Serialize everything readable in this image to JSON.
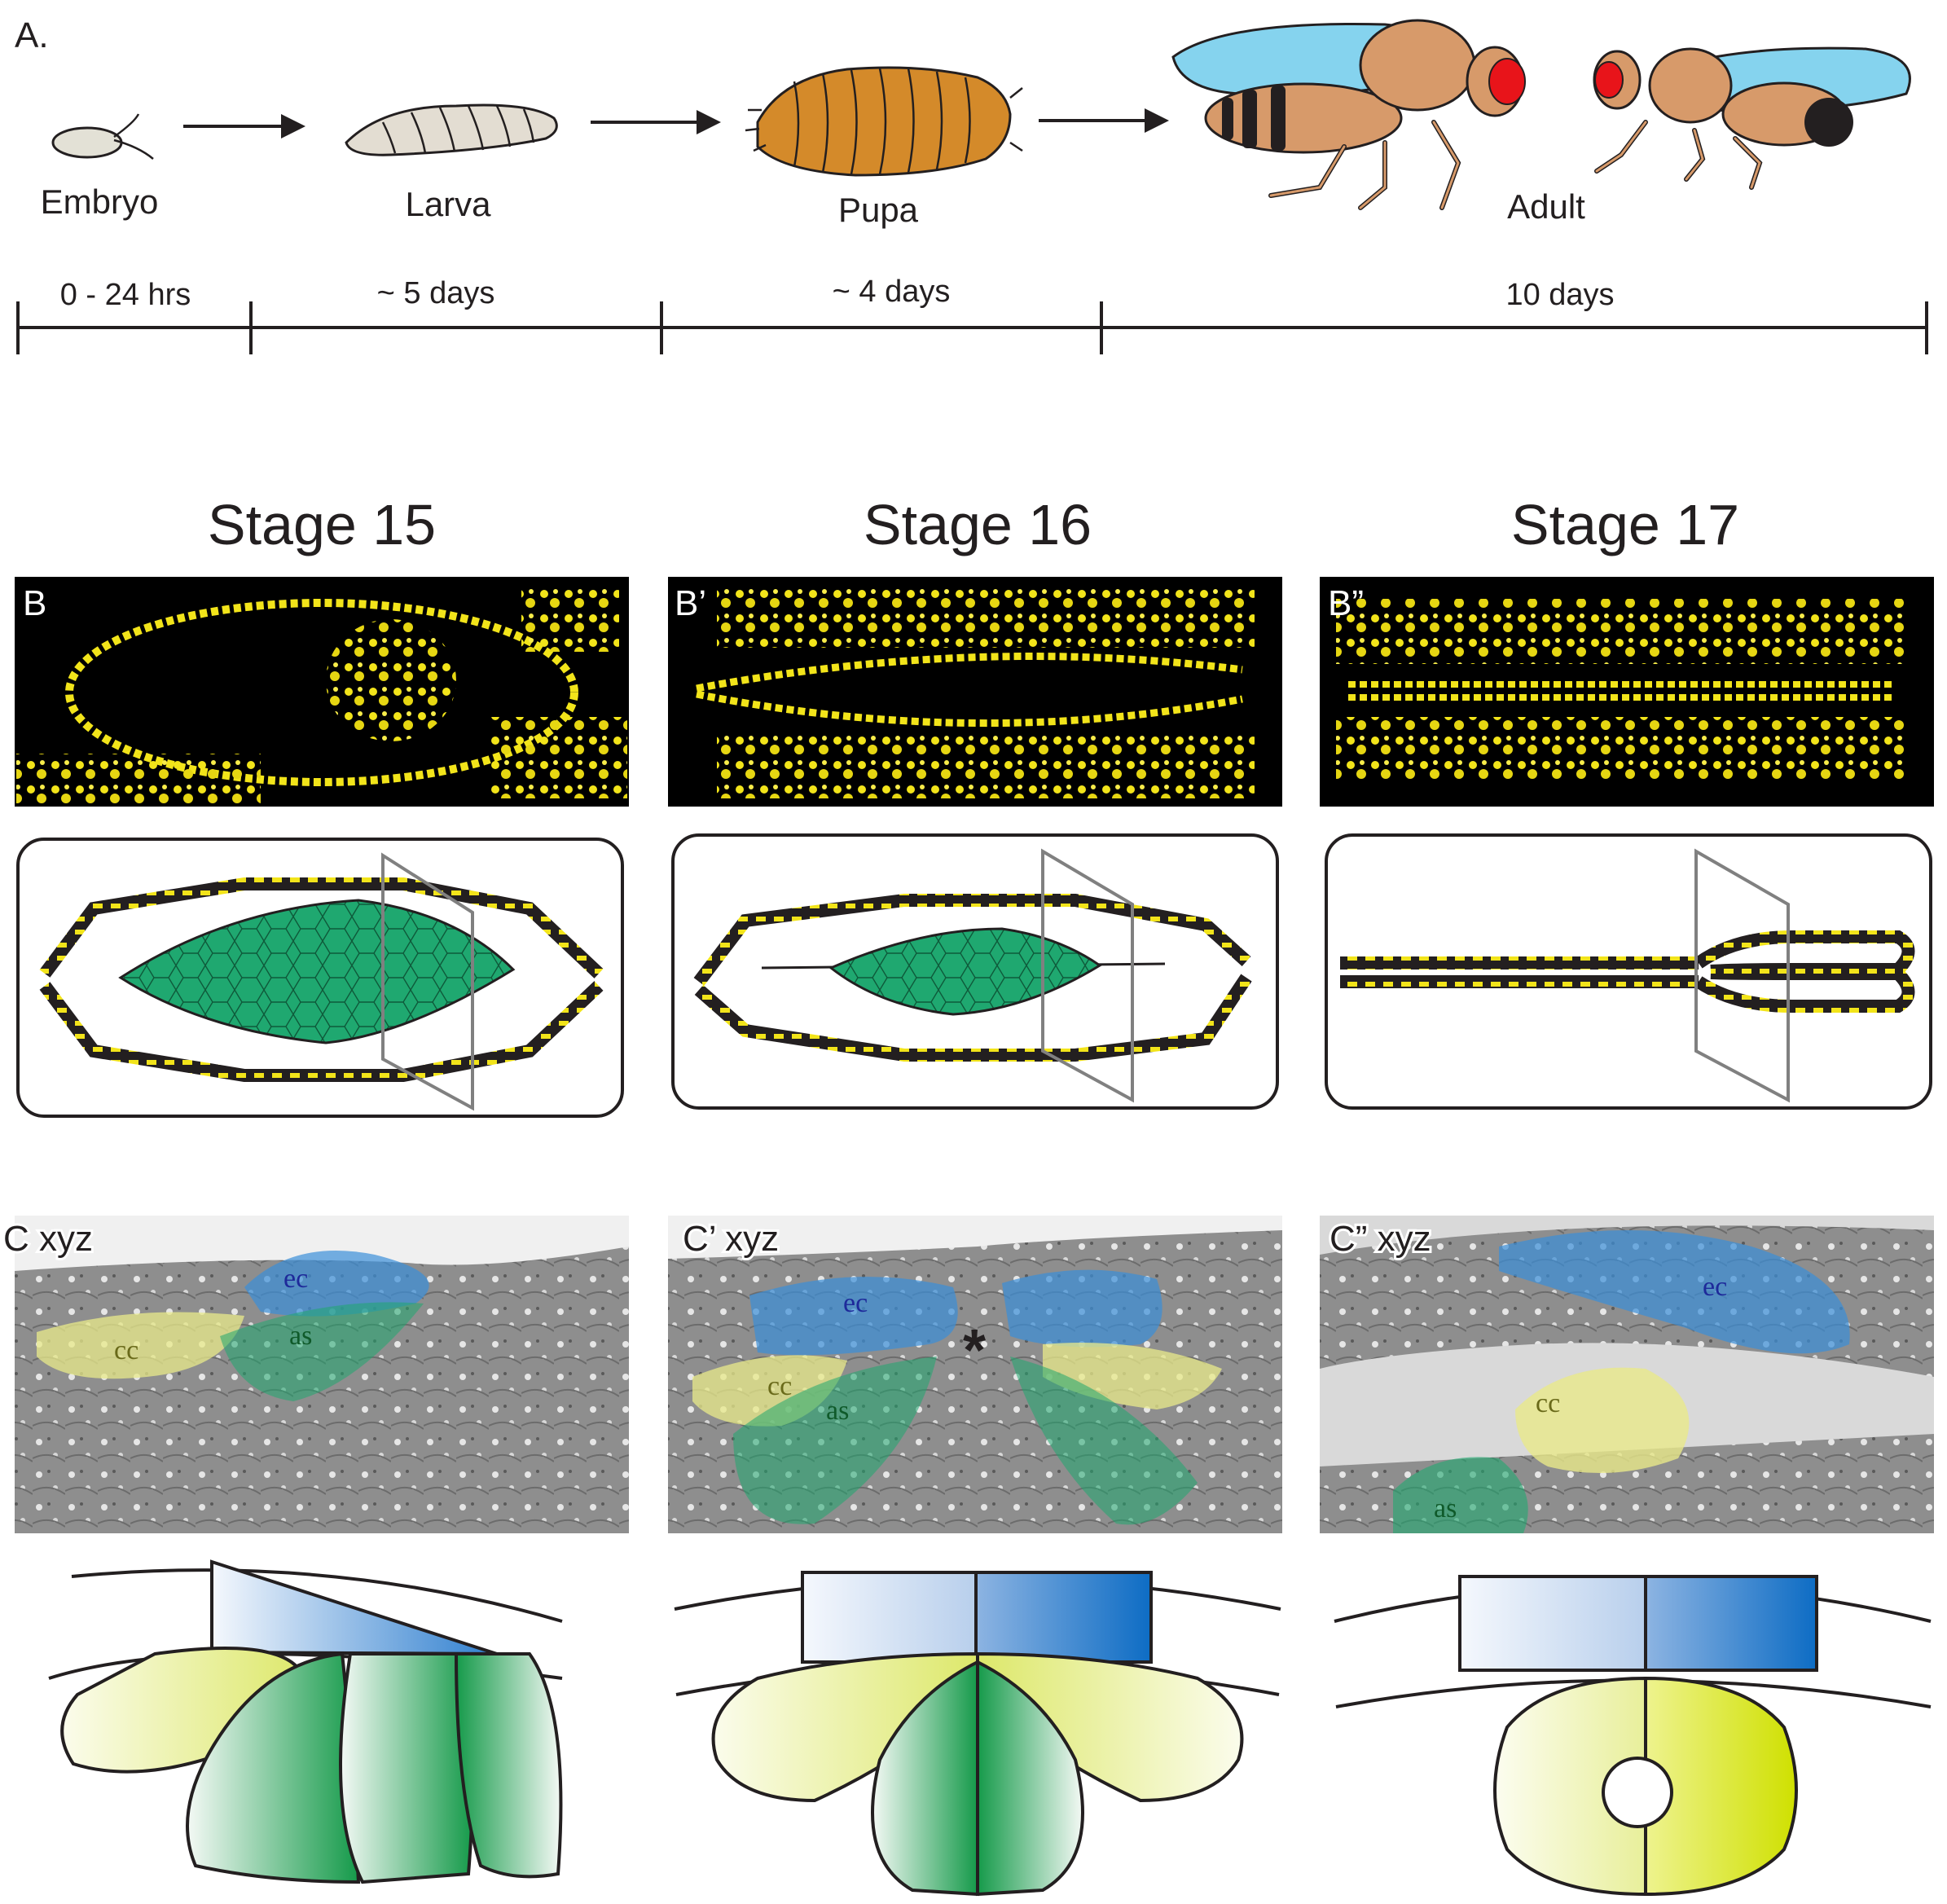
{
  "panel_a": {
    "letter": "A.",
    "stages": [
      "Embryo",
      "Larva",
      "Pupa",
      "Adult"
    ],
    "durations": [
      "0 - 24 hrs",
      "~ 5 days",
      "~ 4 days",
      "10 days"
    ]
  },
  "stage_titles": [
    "Stage 15",
    "Stage 16",
    "Stage 17"
  ],
  "panel_b": {
    "labels": [
      "B",
      "B’",
      "B”"
    ]
  },
  "panel_c": {
    "labels": [
      "C xyz",
      "C’ xyz",
      "C” xyz"
    ],
    "cell_labels": {
      "ec": "ec",
      "cc": "cc",
      "as": "as"
    },
    "asterisk": "*"
  },
  "colors": {
    "fluor_yellow": "#f2e41a",
    "amnioserosa_green": "#1fa870",
    "ectoderm_blue": "#3a8fd8",
    "cardioblast_yellow": "#e8e98a",
    "pupa_orange": "#d48a2a",
    "fly_body": "#d79a6a",
    "fly_eye": "#e8141a",
    "fly_wing": "#5cc4e8"
  }
}
